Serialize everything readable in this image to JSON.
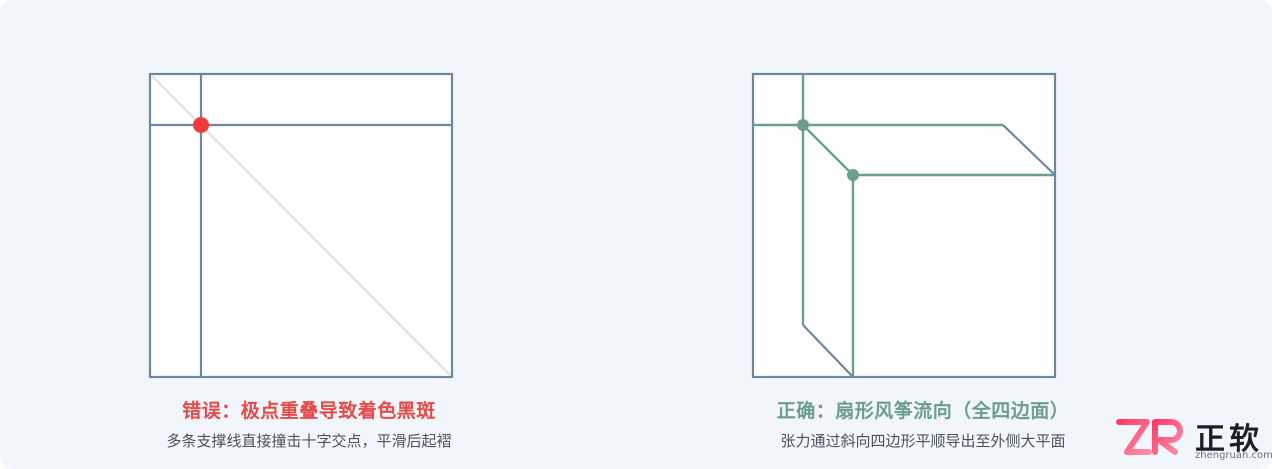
{
  "colors": {
    "background": "#f2f5fa",
    "frame": "#6f86a3",
    "diagonal": "#dfe3e8",
    "wrong": "#e54b4b",
    "correct": "#6c9e8e",
    "subtitle": "#4a5260"
  },
  "wrong": {
    "title": "错误：极点重叠导致着色黑斑",
    "subtitle": "多条支撑线直接撞击十字交点，平滑后起褶"
  },
  "correct": {
    "title": "正确：扇形风筝流向（全四边面）",
    "subtitle": "张力通过斜向四边形平顺导出至外侧大平面"
  },
  "logo": {
    "name": "正软",
    "url": "zhengruan.com",
    "gradient_start": "#ff3b6b",
    "gradient_end": "#ff8fa8"
  }
}
